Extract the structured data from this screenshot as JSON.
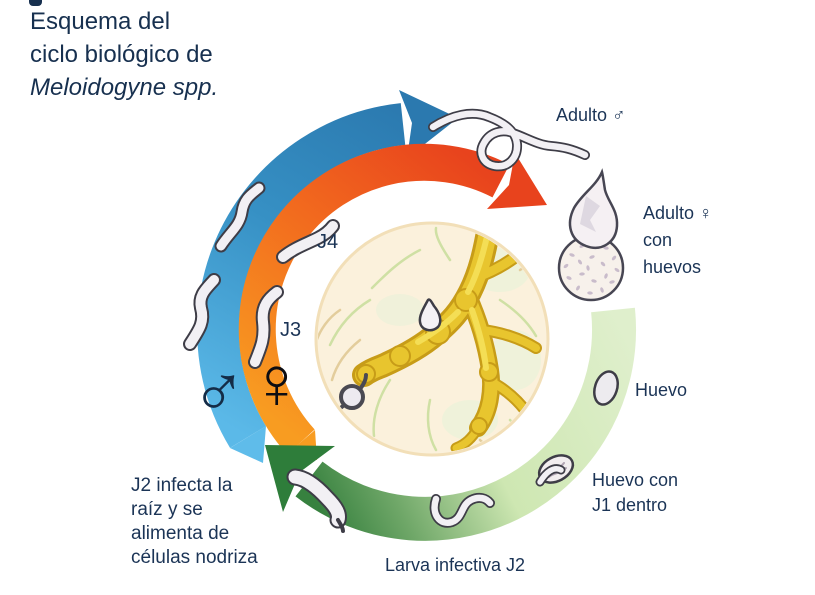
{
  "title": {
    "line1": "Esquema del",
    "line2": "ciclo biológico de",
    "species": "Meloidogyne spp."
  },
  "stages": {
    "adult_male": "Adulto ♂",
    "adult_female_line1": "Adulto ♀",
    "adult_female_line2": "con",
    "adult_female_line3": "huevos",
    "egg": "Huevo",
    "egg_j1_line1": "Huevo con",
    "egg_j1_line2": "J1 dentro",
    "larva_j2": "Larva infectiva J2",
    "j2_infection_line1": "J2 infecta la",
    "j2_infection_line2": "raíz y se",
    "j2_infection_line3": "alimenta de",
    "j2_infection_line4": "células nodriza",
    "j3": "J3",
    "j4": "J4"
  },
  "symbols": {
    "male": "♂",
    "female": "♀"
  },
  "colors": {
    "text_navy": "#1b3456",
    "blue_arrow_dark": "#2e86bc",
    "blue_arrow_light": "#5bb9e8",
    "orange_arrow": "#f89c21",
    "red_arrow_head": "#e8431d",
    "green_arrow_dark": "#2e7d3a",
    "green_arc_pale": "#dfefcc",
    "root_gold": "#e8c52e",
    "center_circle_cream": "#fbf1dc",
    "worm_fill": "#f2f0f4",
    "worm_outline": "#3e3d47"
  }
}
